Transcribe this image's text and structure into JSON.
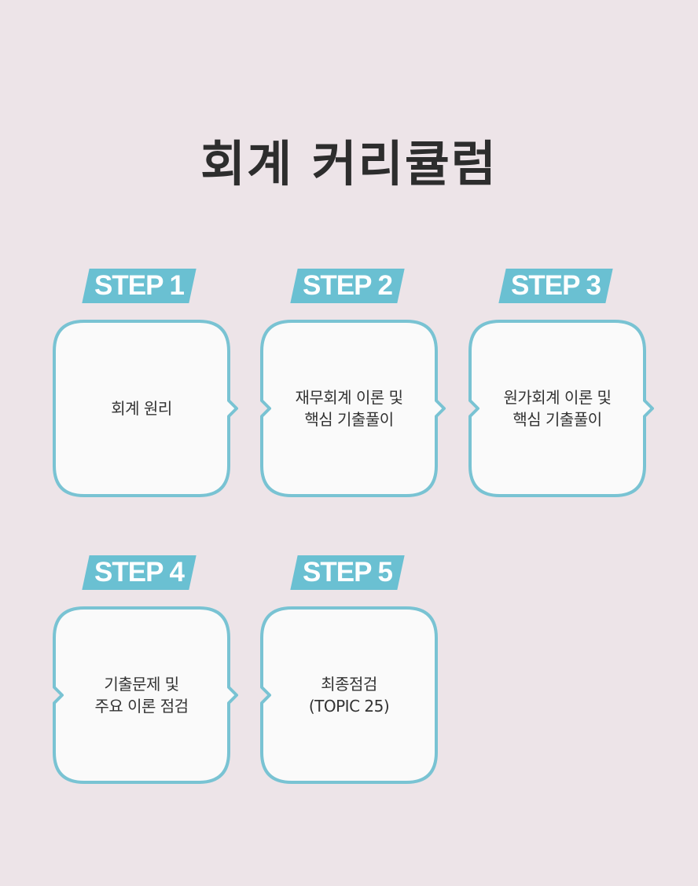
{
  "title": "회계 커리큘럼",
  "steps": [
    {
      "badge": "STEP 1",
      "lines": [
        "회계 원리"
      ]
    },
    {
      "badge": "STEP 2",
      "lines": [
        "재무회계 이론 및",
        "핵심 기출풀이"
      ]
    },
    {
      "badge": "STEP 3",
      "lines": [
        "원가회계 이론 및",
        "핵심 기출풀이"
      ]
    },
    {
      "badge": "STEP 4",
      "lines": [
        "기출문제 및",
        "주요 이론 점검"
      ]
    },
    {
      "badge": "STEP 5",
      "lines": [
        "최종점검",
        "(TOPIC 25)"
      ]
    }
  ],
  "colors": {
    "background": "#ede4e8",
    "badge": "#6ac0d2",
    "card_border": "#79c3d3",
    "card_fill": "#fafafa"
  }
}
